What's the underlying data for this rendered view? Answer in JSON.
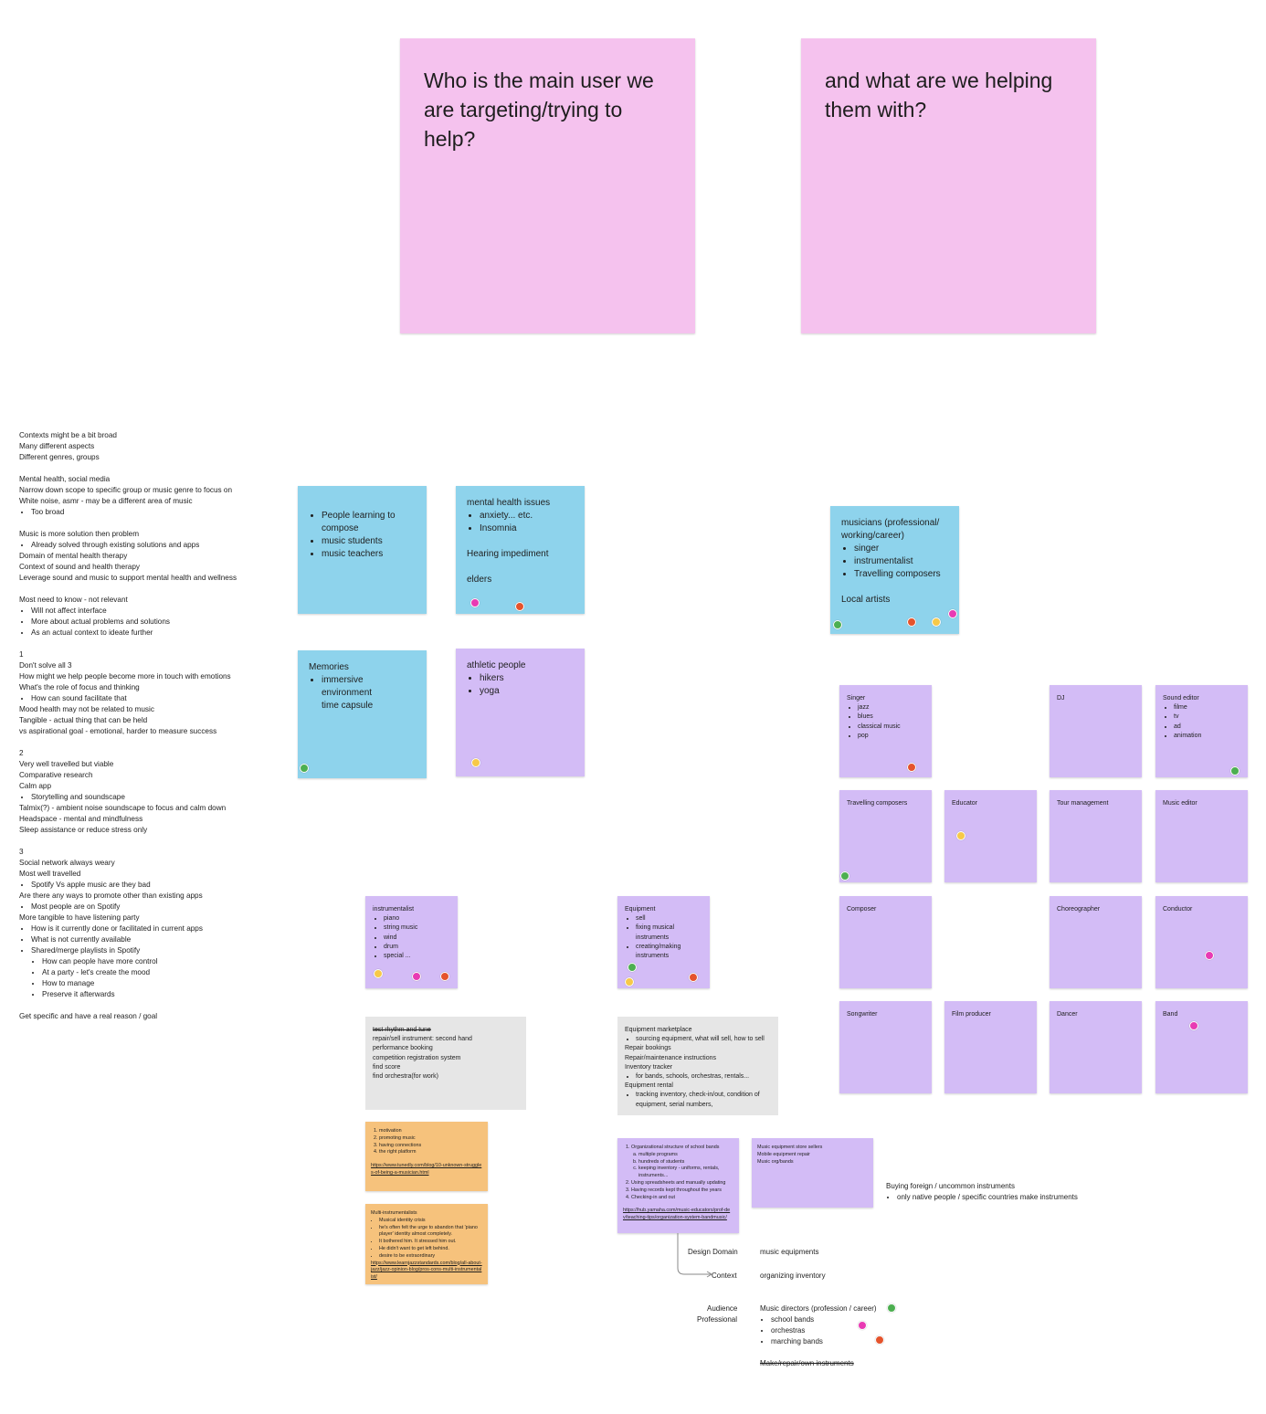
{
  "questions": {
    "who": "Who is the main user we are targeting/trying to help?",
    "what": "and what are we helping them with?"
  },
  "notes": {
    "block1": [
      "Contexts might be a bit broad",
      "Many different aspects",
      "Different genres, groups"
    ],
    "block2": [
      "Mental health, social media",
      "Narrow down scope to specific group or music genre to focus on",
      "White noise, asmr - may be a different area of music"
    ],
    "block2_bullets": [
      "Too broad"
    ],
    "block3": [
      "Music is more solution then problem"
    ],
    "block3_bullets": [
      "Already solved through existing solutions and apps"
    ],
    "block3_after": [
      "Domain of mental health therapy",
      "Context of sound and health therapy",
      "Leverage sound and music to support mental health and wellness"
    ],
    "block4": [
      "Most need to know - not relevant"
    ],
    "block4_bullets": [
      "Will not affect interface",
      "More about actual problems and solutions",
      "As an actual context to ideate further"
    ],
    "block5_head": [
      "1",
      "Don't solve all 3",
      "How might we help people become more in touch with emotions",
      "What's the role of focus and thinking"
    ],
    "block5_bullets": [
      "How can sound facilitate that"
    ],
    "block5_after": [
      "Mood health may not be related to music",
      "Tangible - actual thing that can be held",
      "vs aspirational goal - emotional, harder to measure success"
    ],
    "block6_head": [
      "2",
      "Very well travelled but viable",
      "Comparative research",
      "Calm app"
    ],
    "block6_bullets": [
      "Storytelling and soundscape"
    ],
    "block6_after": [
      "Talmix(?) - ambient noise soundscape to focus and calm down",
      "Headspace - mental and mindfulness",
      "Sleep assistance or reduce stress only"
    ],
    "block7_head": [
      "3",
      "Social network always weary",
      "Most well travelled"
    ],
    "block7_b1": [
      "Spotify Vs apple music are they bad"
    ],
    "block7_mid": [
      "Are there any ways to promote other than existing apps"
    ],
    "block7_b2": [
      "Most people are on Spotify"
    ],
    "block7_mid2": [
      "More tangible to have listening party"
    ],
    "block7_b3": [
      "How is it currently done or facilitated in current apps",
      "What is not currently available",
      "Shared/merge playlists in Spotify"
    ],
    "block7_b3_sub": [
      "How can people have more control",
      "At a party - let's create the mood",
      "How to manage",
      "Preserve it afterwards"
    ],
    "block8": [
      "Get specific and have a real reason / goal"
    ]
  },
  "stickies": {
    "compose": [
      "People learning to compose",
      "music students",
      "music teachers"
    ],
    "mental_title": "mental health issues",
    "mental_items": [
      "anxiety... etc.",
      "Insomnia"
    ],
    "hearing": "Hearing impediment",
    "elders": "elders",
    "musicians_title": "musicians (professional/ working/career)",
    "musicians_items": [
      "singer",
      "instrumentalist",
      "Travelling composers"
    ],
    "local_artists": "Local artists",
    "memories_title": "Memories",
    "memories_items": [
      "immersive environment"
    ],
    "memories_extra": "time capsule",
    "athletic_title": "athletic people",
    "athletic_items": [
      "hikers",
      "yoga"
    ],
    "singer_title": "Singer",
    "singer_items": [
      "jazz",
      "blues",
      "classical music",
      "pop"
    ],
    "dj": "DJ",
    "sound_editor_title": "Sound editor",
    "sound_editor_items": [
      "filme",
      "tv",
      "ad",
      "animation"
    ],
    "travelling_composers": "Travelling composers",
    "educator": "Educator",
    "tour_management": "Tour management",
    "music_editor": "Music editor",
    "composer": "Composer",
    "choreographer": "Choreographer",
    "conductor": "Conductor",
    "songwriter": "Songwriter",
    "film_producer": "Film producer",
    "dancer": "Dancer",
    "band": "Band",
    "instrumentalist_title": "instrumentalist",
    "instrumentalist_items": [
      "piano",
      "string music",
      "wind",
      "drum",
      "special ..."
    ],
    "equipment_title": "Equipment",
    "equipment_items": [
      "sell",
      "fixing musical instruments",
      "creating/making instruments"
    ],
    "gray1_strike": "test rhythm and tune",
    "gray1_lines": [
      "repair/sell instrument: second hand",
      "performance booking",
      "competition registration system",
      "find score",
      "find orchestra(for work)"
    ],
    "gray2_title": "Equipment marketplace",
    "gray2_b1": [
      "sourcing equipment, what will sell, how to sell"
    ],
    "gray2_mid": [
      "Repair bookings",
      "Repair/maintenance instructions",
      "Inventory tracker"
    ],
    "gray2_b2": [
      "for bands, schools, orchestras, rentals..."
    ],
    "gray2_mid2": [
      "Equipment rental"
    ],
    "gray2_b3": [
      "tracking inventory, check-in/out, condition of equipment, serial numbers,"
    ],
    "orange1_items": [
      "motivation",
      "promoting music",
      "having connections",
      "the right platform"
    ],
    "orange1_link": "https://www.tunedly.com/blog/10-unknown-struggles-of-being-a-musician.html",
    "orange2_title": "Multi-instrumentalists",
    "orange2_items": [
      "Musical identity crisis",
      "he's often felt the urge to abandon that 'piano player' identity almost completely.",
      "It bothered him. It stressed him out.",
      "He didn't want to get left behind.",
      "desire to be extraordinary"
    ],
    "orange2_link": "https://www.learnjazzstandards.com/blog/all-about-jazz/jazz-opinion-blog/pros-cons-multi-instrumentalist/",
    "school_items": [
      "Organizational structure of school bands"
    ],
    "school_sub": [
      "multiple programs",
      "hundreds of students",
      "keeping inventory - uniforms, rentals, instruments..."
    ],
    "school_items2": [
      "Using spreadsheets and manually updating",
      "Having records kept throughout the years",
      "Checking-in and out"
    ],
    "school_link": "https://hub.yamaha.com/music-educators/prof-dev/teaching-tips/organization-system-bandmusic/",
    "store_lines": [
      "Music equipment store sellers",
      "Mobile equipment repair",
      "Music org/bands"
    ]
  },
  "loose": {
    "foreign_title": "Buying foreign / uncommon instruments",
    "foreign_items": [
      "only native people / specific countries make instruments"
    ],
    "design_domain_label": "Design Domain",
    "design_domain_value": "music equipments",
    "context_label": "Context",
    "context_value": "organizing inventory",
    "audience_label": "Audience",
    "professional_label": "Professional",
    "audience_value": "Music directors (profession / career)",
    "audience_items": [
      "school bands",
      "orchestras",
      "marching bands"
    ],
    "make_strike": "Make/repair/own instruments"
  },
  "colors": {
    "pink": "#f5c2ee",
    "blue": "#8ed3ec",
    "purple": "#d3bcf6",
    "gray": "#e6e6e6",
    "orange": "#f6c27c",
    "dot_green": "#4caf50",
    "dot_red": "#e5532c",
    "dot_yellow": "#f7c948",
    "dot_magenta": "#e83ab3"
  }
}
